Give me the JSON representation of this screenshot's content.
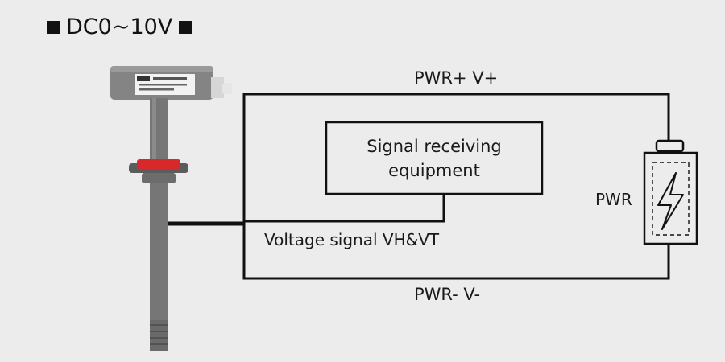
{
  "title": "DC0~10V",
  "labels": {
    "pwr_plus": "PWR+ V+",
    "pwr_minus": "PWR- V-",
    "signal_box_line1": "Signal receiving",
    "signal_box_line2": "equipment",
    "voltage_signal": "Voltage signal VH&VT",
    "pwr": "PWR"
  },
  "icons": {
    "title_left": "square-bullet-icon",
    "title_right": "square-bullet-icon",
    "battery": "battery-lightning-icon",
    "sensor": "duct-temperature-sensor-icon"
  },
  "colors": {
    "background": "#ececec",
    "wire": "#111111",
    "sensor_body": "#7d7d7d",
    "flange": "#d8282c"
  }
}
